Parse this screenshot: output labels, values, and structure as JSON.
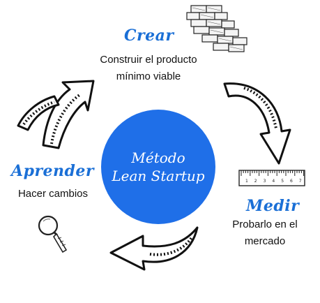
{
  "center": {
    "line1": "Método",
    "line2": "Lean Startup",
    "color": "#1f6fe8"
  },
  "steps": [
    {
      "title": "Crear",
      "description_line1": "Construir el producto",
      "description_line2": "mínimo viable",
      "icon": "brick-wall-icon"
    },
    {
      "title": "Medir",
      "description_line1": "Probarlo en el",
      "description_line2": "mercado",
      "icon": "ruler-icon"
    },
    {
      "title": "Aprender",
      "description_line1": "Hacer cambios",
      "description_line2": "",
      "icon": "magnifying-glass-icon"
    }
  ],
  "ruler": {
    "ticks": [
      "1",
      "2",
      "3",
      "4",
      "5",
      "6",
      "7"
    ]
  },
  "colors": {
    "accent": "#1a6fd6",
    "text": "#111111",
    "background": "#ffffff"
  }
}
